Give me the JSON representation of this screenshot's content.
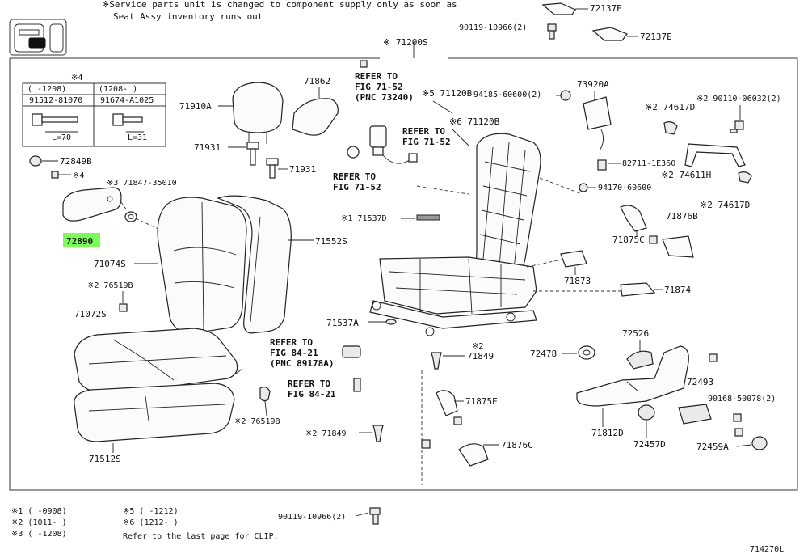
{
  "notes": {
    "top_1": "※Service parts unit is changed to component supply only as soon as",
    "top_2": "Seat Assy inventory runs out",
    "footnote_1": "※1 (     -0908)",
    "footnote_2": "※2 (1011-     )",
    "footnote_3": "※3 (     -1208)",
    "footnote_5": "※5 (     -1212)",
    "footnote_6": "※6 (1212-     )",
    "clip_ref": "Refer to the last page for CLIP.",
    "figure_id": "714270L"
  },
  "table": {
    "header_mark": "※4",
    "col1_range": "(     -1208)",
    "col2_range": "(1208-     )",
    "col1_part": "91512-81070",
    "col2_part": "91674-A1025",
    "col1_len": "L=70",
    "col2_len": "L=31"
  },
  "refs": {
    "r1": [
      "REFER TO",
      "FIG 71-52",
      "(PNC 73240)"
    ],
    "r2": [
      "REFER TO",
      "FIG 71-52"
    ],
    "r3": [
      "REFER TO",
      "FIG 71-52"
    ],
    "r4": [
      "REFER TO",
      "FIG 84-21",
      "(PNC 89178A)"
    ],
    "r5": [
      "REFER TO",
      "FIG 84-21"
    ]
  },
  "parts": {
    "p72137E_a": "72137E",
    "p72137E_b": "72137E",
    "p90119_top": "90119-10966(2)",
    "p71200S": "※ 71200S",
    "p71862": "71862",
    "p71910A": "71910A",
    "p71931_a": "71931",
    "p71931_b": "71931",
    "p72849B": "72849B",
    "p_mark4": "※4",
    "p71847": "※3 71847-35010",
    "p72890": "72890",
    "p71074S": "71074S",
    "p71552S": "71552S",
    "p76519B_a": "※2 76519B",
    "p71072S": "71072S",
    "p76519B_b": "※2 76519B",
    "p71512S": "71512S",
    "p71120B_5": "※5 71120B",
    "p94185": "94185-60600(2)",
    "p71120B_6": "※6 71120B",
    "p73920A": "73920A",
    "p74617D_a": "※2 74617D",
    "p90110": "※2 90110-06032(2)",
    "p82711": "82711-1E360",
    "p74611H": "※2 74611H",
    "p74617D_b": "※2 74617D",
    "p94170": "94170-60600",
    "p71876B": "71876B",
    "p71875C": "71875C",
    "p71537D": "※1 71537D",
    "p71873": "71873",
    "p71874": "71874",
    "p71537A": "71537A",
    "p72526": "72526",
    "p72478": "72478",
    "p71849_a": "※2\n71849",
    "p71849_a_mark": "※2",
    "p71849_a_num": "71849",
    "p72493": "72493",
    "p90168": "90168-50078(2)",
    "p71875E": "71875E",
    "p71812D": "71812D",
    "p72457D": "72457D",
    "p71849_b": "※2 71849",
    "p71876C": "71876C",
    "p72459A": "72459A",
    "p90119_bot": "90119-10966(2)"
  },
  "colors": {
    "highlight": "#7cfc5a",
    "ink": "#111111"
  }
}
